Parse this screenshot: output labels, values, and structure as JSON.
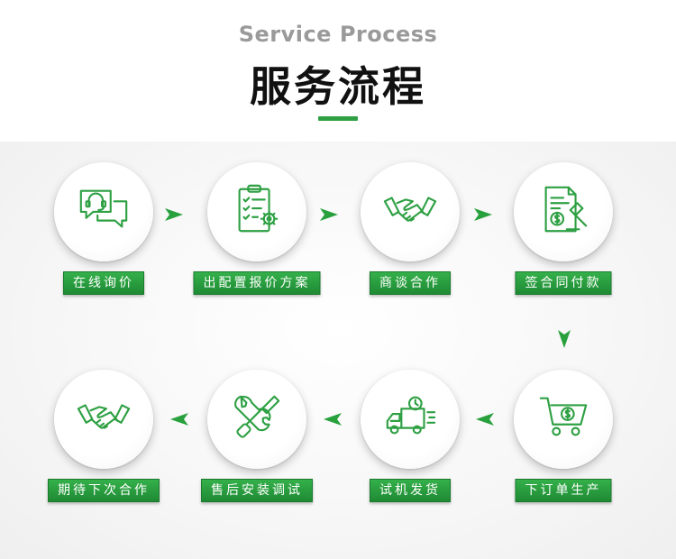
{
  "header": {
    "subtitle": "Service Process",
    "title": "服务流程"
  },
  "steps": [
    {
      "label": "在线询价",
      "icon": "chat-headset-icon"
    },
    {
      "label": "出配置报价方案",
      "icon": "clipboard-gear-icon"
    },
    {
      "label": "商谈合作",
      "icon": "handshake-icon"
    },
    {
      "label": "签合同付款",
      "icon": "contract-gavel-icon"
    },
    {
      "label": "下订单生产",
      "icon": "shopping-cart-icon"
    },
    {
      "label": "试机发货",
      "icon": "delivery-truck-icon"
    },
    {
      "label": "售后安装调试",
      "icon": "wrench-screwdriver-icon"
    },
    {
      "label": "期待下次合作",
      "icon": "handshake-icon"
    }
  ],
  "colors": {
    "accent": "#2ea043",
    "label_bg": "#28a03c",
    "subtitle": "#9a9a9a",
    "title": "#111111"
  }
}
